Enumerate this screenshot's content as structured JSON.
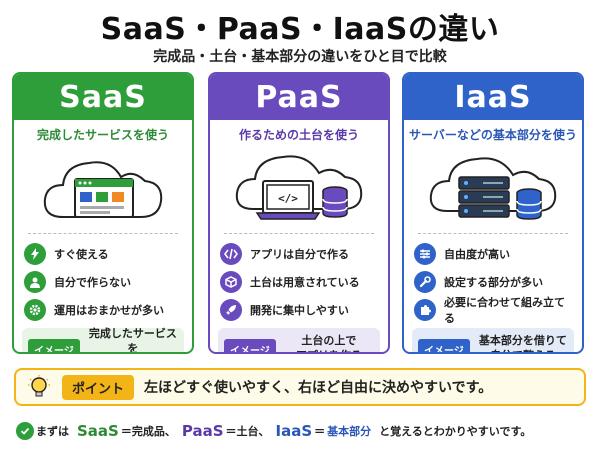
{
  "title": "SaaS・PaaS・IaaSの違い",
  "subtitle": "完成品・土台・基本部分の違いをひと目で比較",
  "cards": {
    "saas": {
      "name": "SaaS",
      "tagline": "完成したサービスを使う",
      "features": [
        "すぐ使える",
        "自分で作らない",
        "運用はおまかせが多い"
      ],
      "image_label": "イメージ",
      "image_text": "完成したサービスを\nそのまま使う"
    },
    "paas": {
      "name": "PaaS",
      "tagline": "作るための土台を使う",
      "features": [
        "アプリは自分で作る",
        "土台は用意されている",
        "開発に集中しやすい"
      ],
      "image_label": "イメージ",
      "image_text": "土台の上で\nアプリを作る"
    },
    "iaas": {
      "name": "IaaS",
      "tagline": "サーバーなどの基本部分を使う",
      "features": [
        "自由度が高い",
        "設定する部分が多い",
        "必要に合わせて組み立てる"
      ],
      "image_label": "イメージ",
      "image_text": "基本部分を借りて\n自分で整える"
    }
  },
  "point": {
    "label": "ポイント",
    "text": "左ほどすぐ使いやすく、右ほど自由に決めやすいです。"
  },
  "summary": {
    "prefix": "まずは",
    "saas": "SaaS",
    "saas_eq": "＝完成品、",
    "paas": "PaaS",
    "paas_eq": "＝土台、",
    "iaas": "IaaS",
    "iaas_eq": "＝",
    "iaas_value": "基本部分",
    "suffix": "と覚えるとわかりやすいです。"
  },
  "colors": {
    "saas": "#2e9e3a",
    "paas": "#6a4bbd",
    "iaas": "#2f63c9",
    "point": "#f2b417"
  }
}
